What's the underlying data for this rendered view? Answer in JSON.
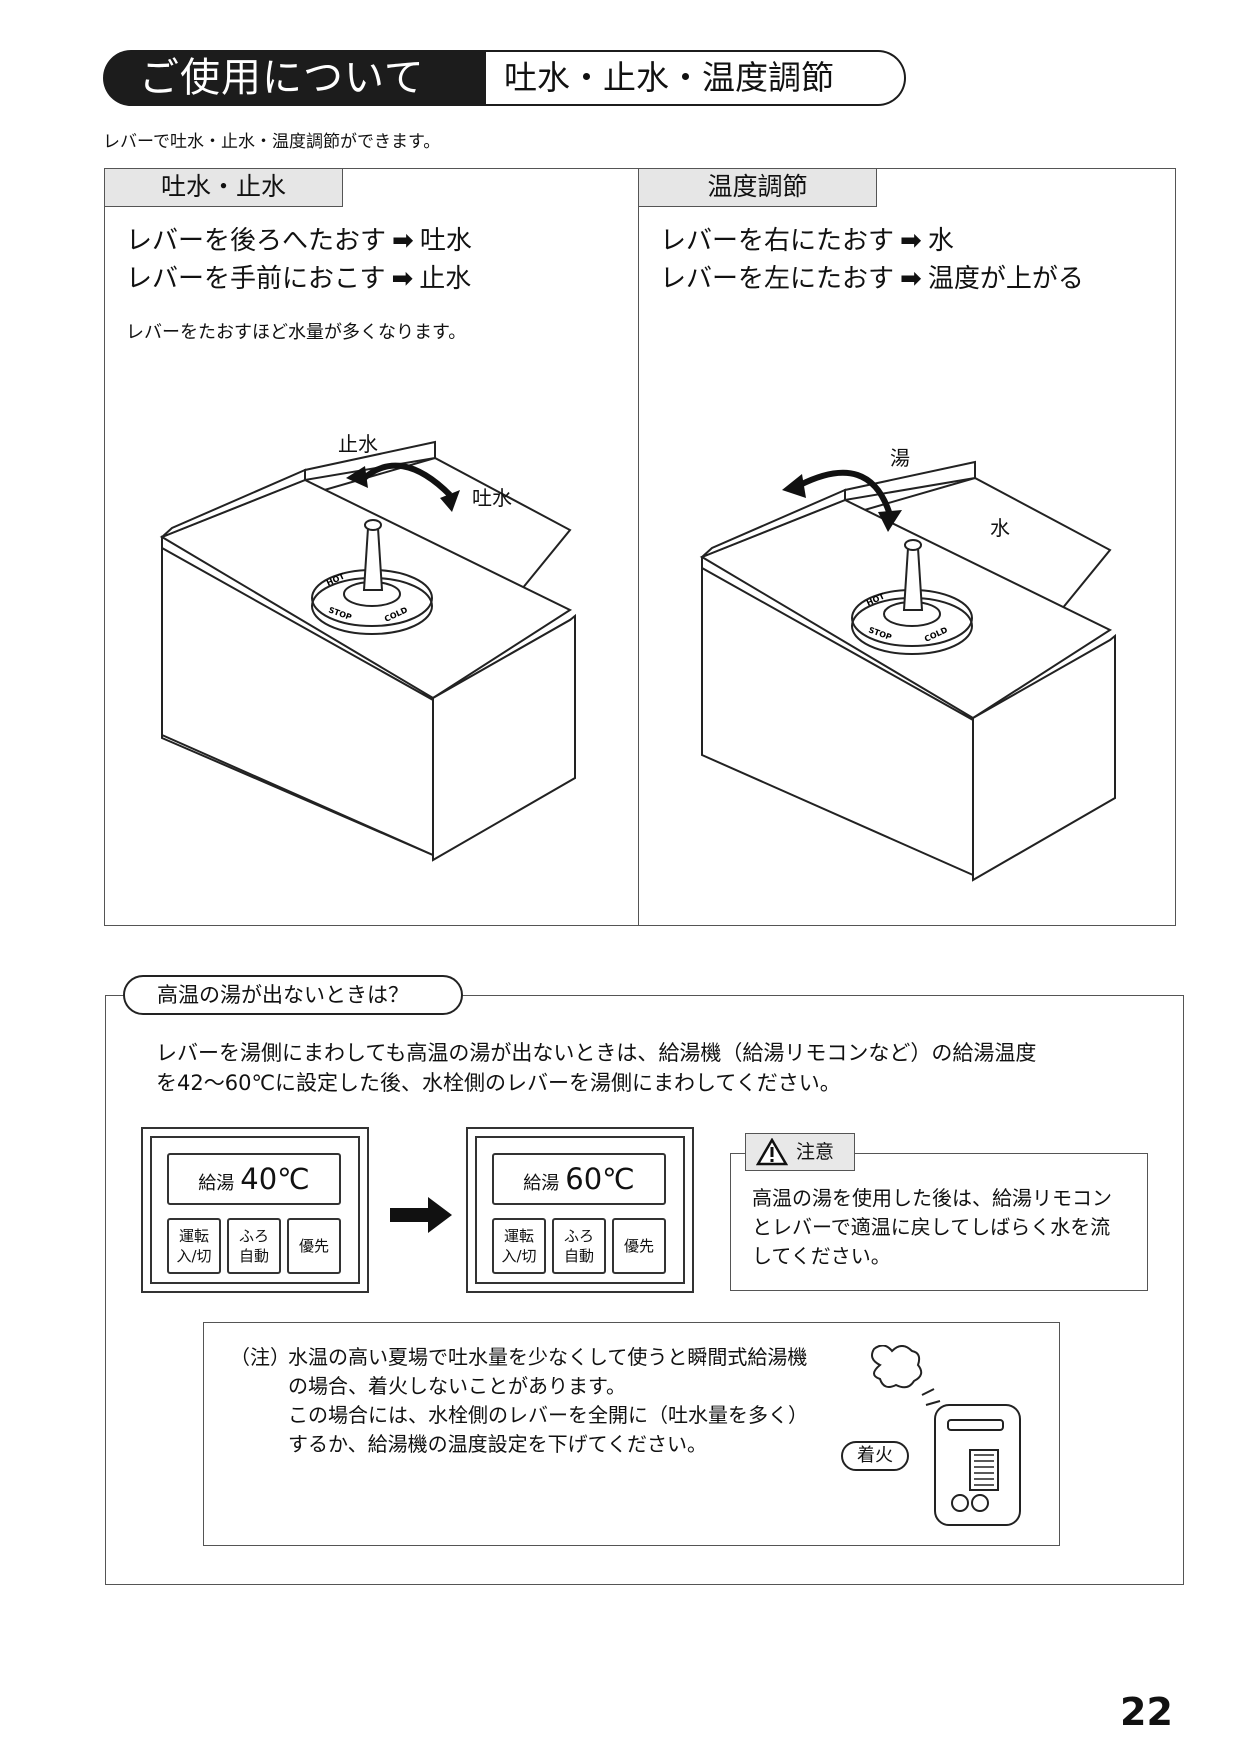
{
  "header": {
    "title": "ご使用について",
    "subtitle": "吐水・止水・温度調節"
  },
  "intro": "レバーで吐水・止水・温度調節ができます。",
  "left_panel": {
    "tab": "吐水・止水",
    "line1_action": "レバーを後ろへたおす",
    "line1_result": "吐水",
    "line2_action": "レバーを手前におこす",
    "line2_result": "止水",
    "note": "レバーをたおすほど水量が多くなります。",
    "label_stop": "止水",
    "label_flow": "吐水"
  },
  "right_panel": {
    "tab": "温度調節",
    "line1_action": "レバーを右にたおす",
    "line1_result": "水",
    "line2_action": "レバーを左にたおす",
    "line2_result": "温度が上がる",
    "label_hot": "湯",
    "label_cold": "水"
  },
  "dial_labels": {
    "hot": "HOT",
    "stop": "STOP",
    "cold": "COLD"
  },
  "hot_water_section": {
    "question": "高温の湯が出ないときは？",
    "body_line1": "レバーを湯側にまわしても高温の湯が出ないときは、給湯機（給湯リモコンなど）の給湯温度",
    "body_line2": "を42～60℃に設定した後、水栓側のレバーを湯側にまわしてください。",
    "remote_before": {
      "label": "給湯",
      "temp": "40℃"
    },
    "remote_after": {
      "label": "給湯",
      "temp": "60℃"
    },
    "buttons": [
      {
        "line1": "運転",
        "line2": "入/切"
      },
      {
        "line1": "ふろ",
        "line2": "自動"
      },
      {
        "line1": "優先",
        "line2": ""
      }
    ],
    "caution_title": "注意",
    "caution_lines": [
      "高温の湯を使用した後は、給湯リモコン",
      "とレバーで適温に戻してしばらく水を流",
      "してください。"
    ]
  },
  "note_box": {
    "prefix": "（注）",
    "lines": [
      "水温の高い夏場で吐水量を少なくして使うと瞬間式給湯機",
      "の場合、着火しないことがあります。",
      "この場合には、水栓側のレバーを全開に（吐水量を多く）",
      "するか、給湯機の温度設定を下げてください。"
    ],
    "ignition_label": "着火"
  },
  "page_number": "22"
}
